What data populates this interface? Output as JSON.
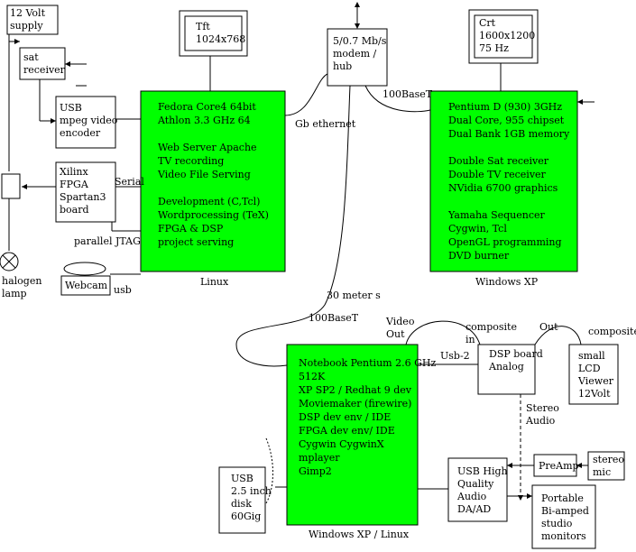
{
  "nodes": {
    "supply": {
      "lines": [
        "12 Volt",
        "supply"
      ]
    },
    "sat": {
      "lines": [
        "sat",
        "receiver"
      ]
    },
    "usbenc": {
      "lines": [
        "USB",
        "mpeg video",
        "encoder"
      ]
    },
    "fpga": {
      "lines": [
        "Xilinx",
        "FPGA",
        "Spartan3",
        "board"
      ]
    },
    "halogen": {
      "lines": [
        "halogen",
        "lamp"
      ]
    },
    "webcam": {
      "lines": [
        "Webcam"
      ]
    },
    "tft": {
      "lines": [
        "Tft",
        "1024x768"
      ]
    },
    "crt": {
      "lines": [
        "Crt",
        "1600x1200",
        "75 Hz"
      ]
    },
    "modem": {
      "lines": [
        "5/0.7 Mb/s",
        "modem /",
        "hub"
      ]
    },
    "linux": {
      "lines": [
        "Fedora Core4 64bit",
        "Athlon 3.3 GHz 64",
        "",
        "Web Server Apache",
        "TV recording",
        "Video File Serving",
        "",
        "Development (C,Tcl)",
        "Wordprocessing (TeX)",
        "FPGA & DSP",
        "project serving"
      ],
      "caption": "Linux"
    },
    "winxp": {
      "lines": [
        "Pentium D (930) 3GHz",
        "Dual Core, 955 chipset",
        "Dual Bank 1GB memory",
        "",
        "Double Sat receiver",
        "Double TV receiver",
        "NVidia 6700 graphics",
        "",
        "Yamaha Sequencer",
        "Cygwin, Tcl",
        "OpenGL programming",
        "DVD burner"
      ],
      "caption": "Windows XP"
    },
    "notebook": {
      "lines": [
        "Notebook  Pentium 2.6 GHz",
        "512K",
        "XP SP2 / Redhat 9 dev",
        "Moviemaker (firewire)",
        "DSP dev env / IDE",
        "FPGA dev env/ IDE",
        "Cygwin  CygwinX",
        "mplayer",
        "Gimp2"
      ],
      "caption": "Windows XP / Linux"
    },
    "usbdisk": {
      "lines": [
        "USB",
        "2.5 inch",
        "disk",
        "60Gig"
      ]
    },
    "dsp": {
      "lines": [
        "DSP board",
        "Analog"
      ]
    },
    "lcd": {
      "lines": [
        "small",
        "LCD",
        "Viewer",
        "12Volt"
      ]
    },
    "usbaudio": {
      "lines": [
        "USB High",
        "Quality",
        "Audio",
        "DA/AD"
      ]
    },
    "preamp": {
      "lines": [
        "PreAmp"
      ]
    },
    "mic": {
      "lines": [
        "stereo",
        "mic"
      ]
    },
    "monitors": {
      "lines": [
        "Portable",
        "Bi-amped",
        "studio",
        "monitors"
      ]
    }
  },
  "edges": {
    "serial": "Serial",
    "jtag": "parallel JTAG",
    "usb": "usb",
    "gbeth": "Gb ethernet",
    "base_t_top": "100BaseT",
    "meters": "30 meter s",
    "base_t_left": "100BaseT",
    "video_out": [
      "Video",
      "Out"
    ],
    "composite_in": [
      "composite",
      "in"
    ],
    "out": "Out",
    "composite": "composite",
    "usb2": "Usb-2",
    "stereo_audio": [
      "Stereo",
      "Audio"
    ]
  },
  "colors": {
    "green": "#00ff00",
    "stroke": "#000000"
  }
}
